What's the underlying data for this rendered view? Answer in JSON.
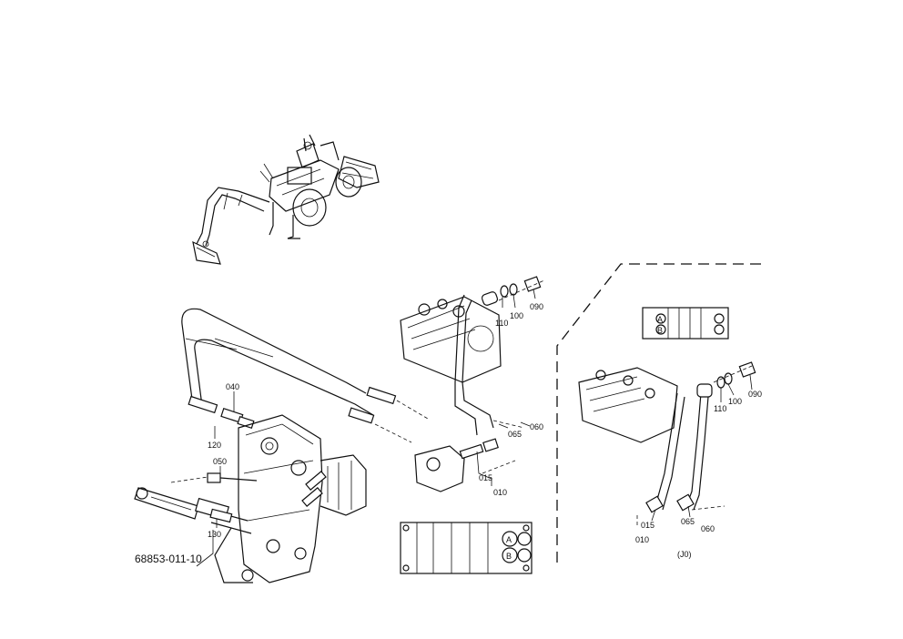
{
  "figure_code": "68853-011-10",
  "variant_label": "(J0)",
  "port_a": "A",
  "port_b": "B",
  "part_labels": {
    "p040": "040",
    "p120": "120",
    "p050": "050",
    "p130": "130",
    "p110_left": "110",
    "p100_left": "100",
    "p090_left": "090",
    "p060_left": "060",
    "p065_left": "065",
    "p015_left": "015",
    "p010_left": "010",
    "p110_right": "110",
    "p100_right": "100",
    "p090_right": "090",
    "p015_right": "015",
    "p010_right": "010",
    "p065_right": "065",
    "p060_right": "060"
  }
}
